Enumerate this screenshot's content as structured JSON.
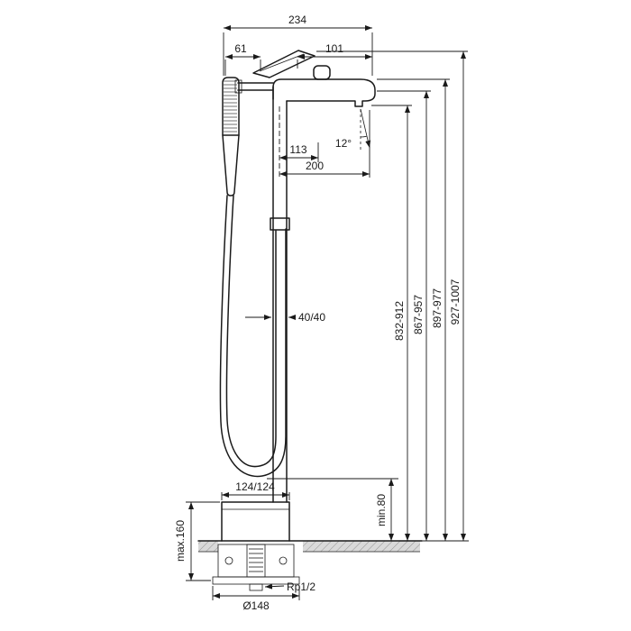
{
  "drawing": {
    "colors": {
      "line": "#1a1a1a",
      "floor_fill": "#d9d9d9",
      "background": "#ffffff"
    },
    "labels": {
      "width_total": "234",
      "width_handle": "61",
      "width_spout_top": "101",
      "reach_inner": "113",
      "reach_outer": "200",
      "spray_angle": "12°",
      "riser_profile": "40/40",
      "height_outlet": "832-912",
      "height_spout_top": "867-957",
      "height_body_top": "897-977",
      "height_handle_top": "927-1007",
      "floor_min": "min.80",
      "floor_max": "max.160",
      "base_plate": "124/124",
      "escutcheon_diameter": "Ø148",
      "connection_thread": "Rp1/2"
    }
  }
}
